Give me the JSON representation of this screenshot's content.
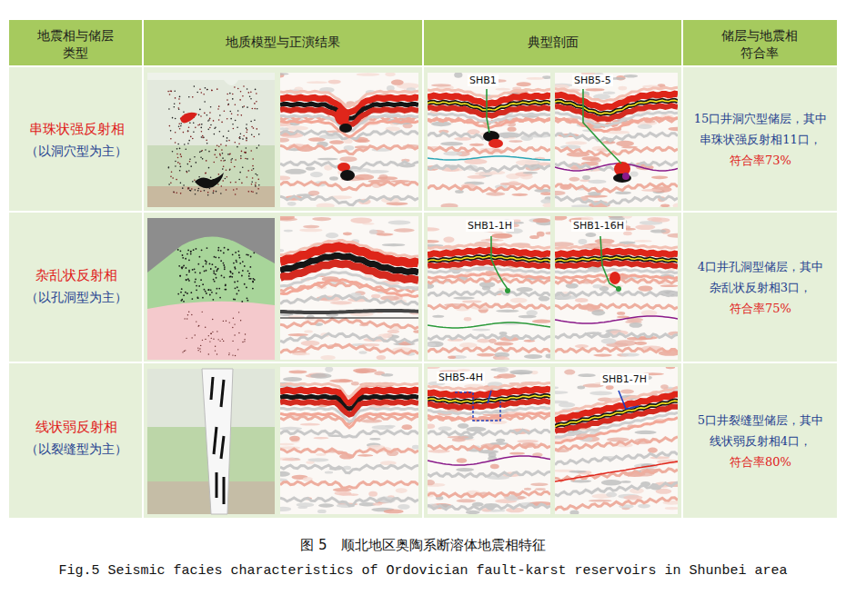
{
  "diagram": {
    "caption": "图 5　顺北地区奥陶系断溶体地震相特征",
    "labels": [
      "地震相与储层类型",
      "地质模型与正演结果",
      "典型剖面",
      "储层与地震相符合率",
      "串珠状强反射相",
      "（以洞穴型为主）",
      "SHB1",
      "SHB5-5",
      "15口井洞穴型储层，其中串珠状强反射相11口，",
      "符合率73%",
      "杂乱状反射相",
      "（以孔洞型为主）",
      "SHB1-1H",
      "SHB1-16H",
      "4口井孔洞型储层，其中杂乱状反射相3口，",
      "符合率75%",
      "线状弱反射相",
      "（以裂缝型为主）",
      "SHB5-4H",
      "SHB1-7H",
      "5口井裂缝型储层，其中线状弱反射相4口，",
      "符合率80%",
      "Fig.5 Seismic facies characteristics of Ordovician fault-karst reservoirs in Shunbei area"
    ]
  }
}
